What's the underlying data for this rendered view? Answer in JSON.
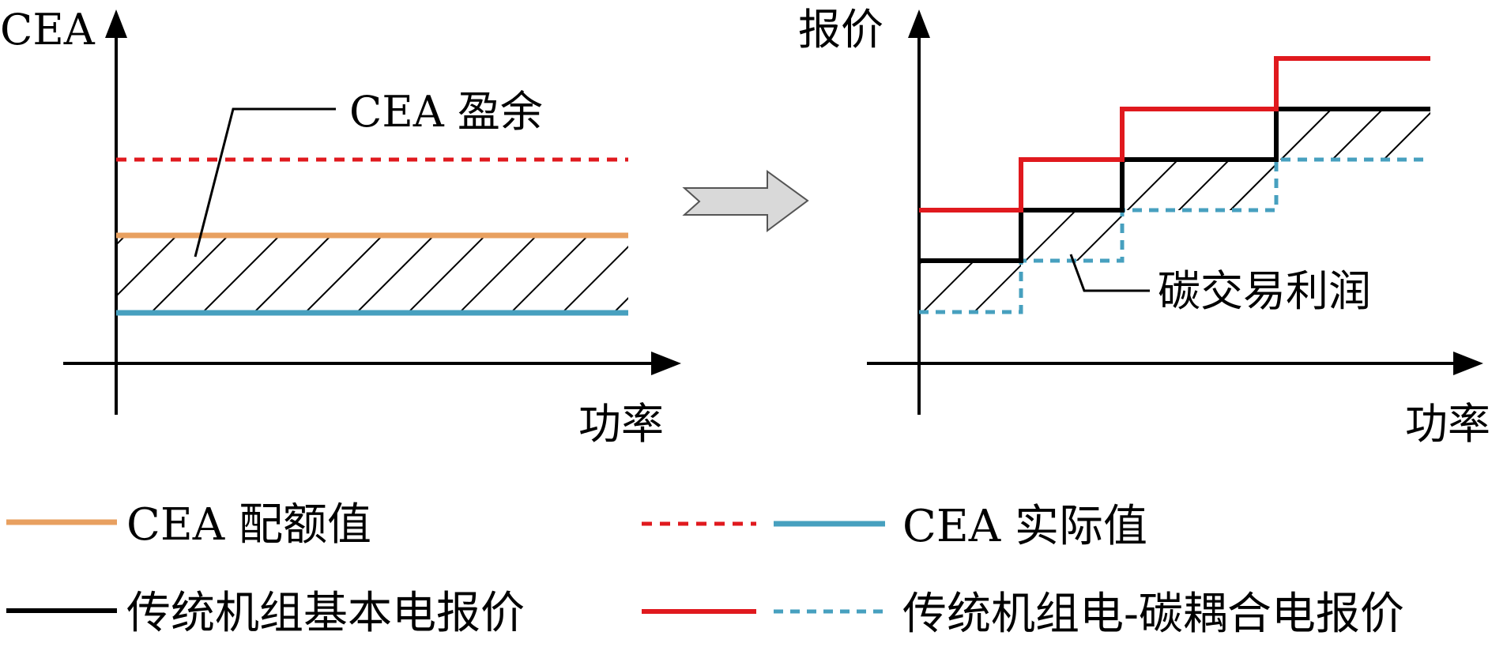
{
  "left_panel": {
    "y_axis_label": "CEA",
    "x_axis_label": "功率",
    "surplus_label": "CEA 盈余"
  },
  "right_panel": {
    "y_axis_label": "报价",
    "x_axis_label": "功率",
    "profit_label": "碳交易利润"
  },
  "legend": {
    "quota_label": "CEA 配额值",
    "actual_label": "CEA 实际值",
    "base_bid_label": "传统机组基本电报价",
    "coupled_bid_label": "传统机组电-碳耦合电报价"
  },
  "colors": {
    "quota": "#e8a060",
    "actual_red": "#e0191e",
    "actual_blue": "#47a0bf",
    "base_bid": "#000000",
    "coupled_red": "#e0191e",
    "coupled_blue": "#47a0bf",
    "arrow_fill": "#d9d9d9"
  }
}
